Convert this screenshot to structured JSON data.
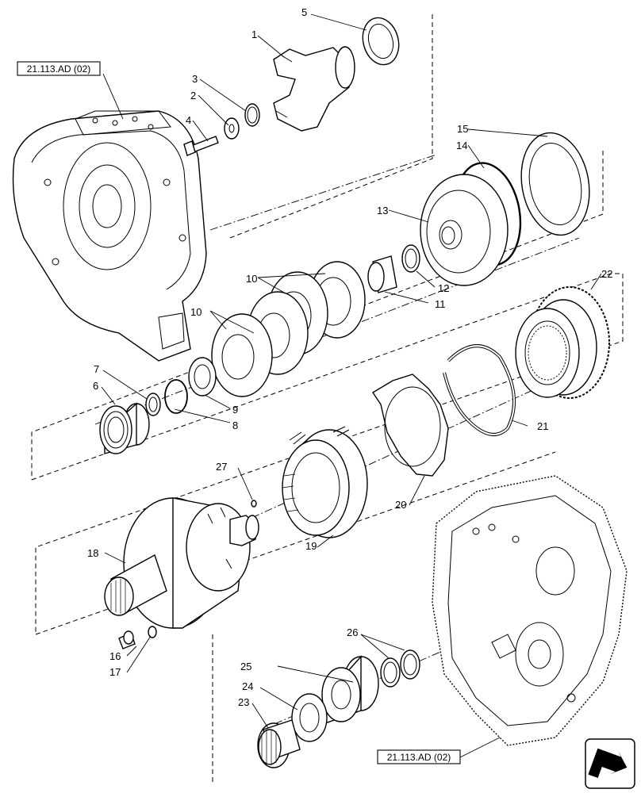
{
  "diagram": {
    "references": [
      {
        "id": "ref-top",
        "label": "21.113.AD (02)"
      },
      {
        "id": "ref-bottom",
        "label": "21.113.AD (02)"
      }
    ],
    "callouts": [
      "1",
      "2",
      "3",
      "4",
      "5",
      "6",
      "7",
      "8",
      "9",
      "10",
      "10",
      "11",
      "12",
      "13",
      "14",
      "15",
      "16",
      "17",
      "18",
      "19",
      "20",
      "21",
      "22",
      "23",
      "24",
      "25",
      "26",
      "27"
    ]
  },
  "nav": {
    "icon": "navigation-arrow-icon"
  }
}
